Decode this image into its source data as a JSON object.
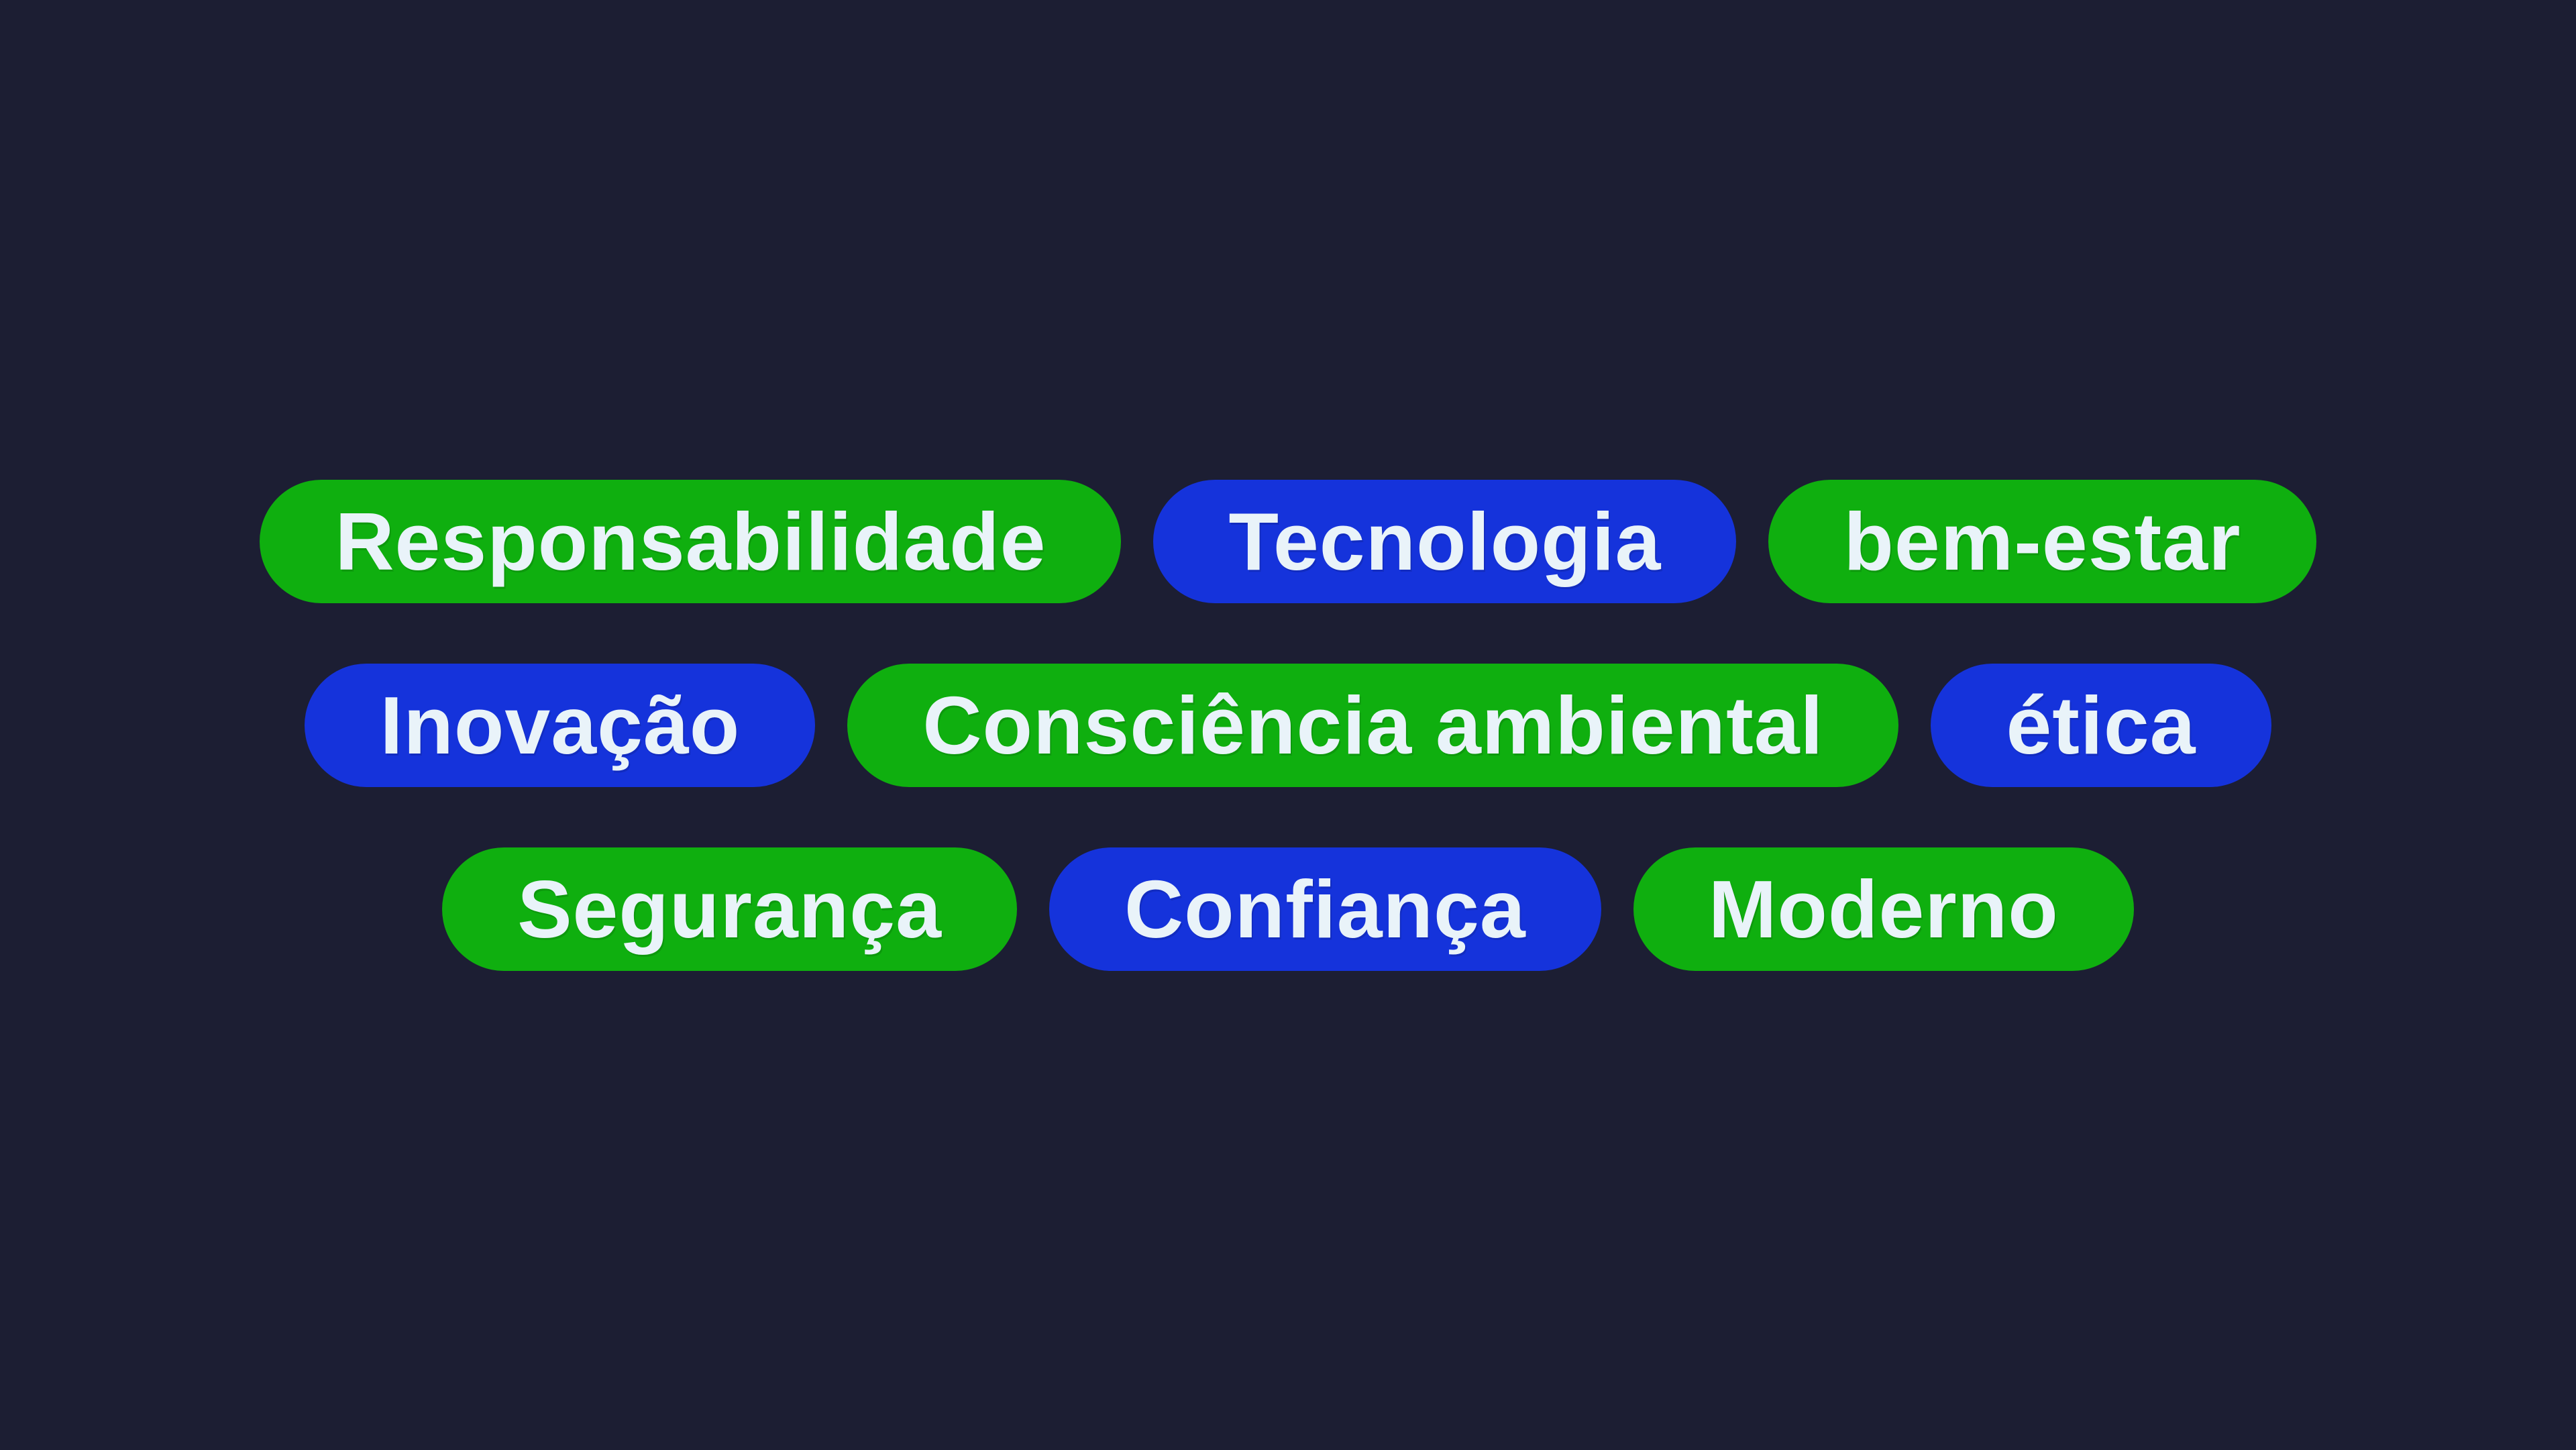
{
  "page": {
    "background_color": "#1C1E33",
    "description": "Tag cloud graphic with rounded keyword pills"
  },
  "colors": {
    "green": "#0FAF0F",
    "blue": "#1533DB",
    "text": "#E9F3F9"
  },
  "rows": [
    {
      "tags": [
        {
          "label": "Responsabilidade",
          "color": "green"
        },
        {
          "label": "Tecnologia",
          "color": "blue"
        },
        {
          "label": "bem-estar",
          "color": "green"
        }
      ]
    },
    {
      "tags": [
        {
          "label": "Inovação",
          "color": "blue"
        },
        {
          "label": "Consciência ambiental",
          "color": "green"
        },
        {
          "label": "ética",
          "color": "blue"
        }
      ]
    },
    {
      "tags": [
        {
          "label": "Segurança",
          "color": "green"
        },
        {
          "label": "Confiança",
          "color": "blue"
        },
        {
          "label": "Moderno",
          "color": "green"
        }
      ]
    }
  ]
}
